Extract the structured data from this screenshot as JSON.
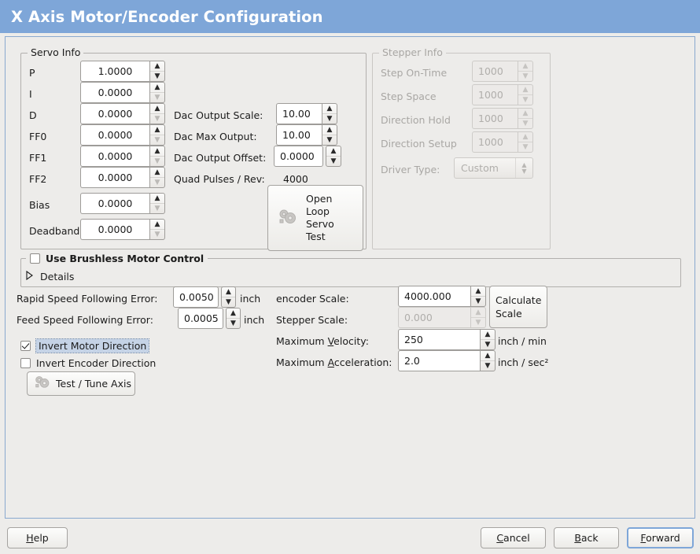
{
  "window": {
    "title": "X Axis Motor/Encoder Configuration",
    "accent": "#7ea6d8"
  },
  "servo_info": {
    "title": "Servo Info",
    "fields": [
      {
        "label": "P",
        "value": "1.0000"
      },
      {
        "label": "I",
        "value": "0.0000"
      },
      {
        "label": "D",
        "value": "0.0000"
      },
      {
        "label": "FF0",
        "value": "0.0000"
      },
      {
        "label": "FF1",
        "value": "0.0000"
      },
      {
        "label": "FF2",
        "value": "0.0000"
      },
      {
        "label": "Bias",
        "value": "0.0000"
      },
      {
        "label": "Deadband",
        "value": "0.0000"
      }
    ],
    "dac_output_scale": {
      "label": "Dac Output Scale:",
      "value": "10.00"
    },
    "dac_max_output": {
      "label": "Dac Max Output:",
      "value": "10.00"
    },
    "dac_output_offset": {
      "label": "Dac Output Offset:",
      "value": "0.0000"
    },
    "quad_pulses": {
      "label": "Quad Pulses / Rev:",
      "value": "4000"
    },
    "open_loop_button": {
      "label": "Open\nLoop\nServo\nTest",
      "icon": "gears-icon"
    }
  },
  "stepper_info": {
    "title": "Stepper Info",
    "disabled": true,
    "fields": [
      {
        "label": "Step On-Time",
        "value": "1000"
      },
      {
        "label": "Step Space",
        "value": "1000"
      },
      {
        "label": "Direction Hold",
        "value": "1000"
      },
      {
        "label": "Direction Setup",
        "value": "1000"
      }
    ],
    "driver_type": {
      "label": "Driver Type:",
      "value": "Custom"
    }
  },
  "brushless": {
    "checkbox_label": "Use Brushless Motor Control",
    "checked": false,
    "details_label": "Details",
    "details_expanded": false
  },
  "errors": {
    "rapid": {
      "label": "Rapid Speed Following Error:",
      "value": "0.0050",
      "unit": "inch"
    },
    "feed": {
      "label": "Feed Speed Following Error:",
      "value": "0.0005",
      "unit": "inch"
    }
  },
  "invert": {
    "motor": {
      "label": "Invert Motor Direction",
      "checked": true,
      "focused": true
    },
    "encoder": {
      "label": "Invert Encoder Direction",
      "checked": false,
      "focused": false
    }
  },
  "test_tune_button": {
    "label": "Test / Tune Axis",
    "icon": "gears-icon"
  },
  "scales": {
    "encoder_scale": {
      "label": "encoder Scale:",
      "value": "4000.000",
      "disabled": false
    },
    "stepper_scale": {
      "label": "Stepper Scale:",
      "value": "0.000",
      "disabled": true
    },
    "max_velocity": {
      "label_pre": "Maximum ",
      "label_mnemonic": "V",
      "label_post": "elocity:",
      "value": "250",
      "unit": "inch / min"
    },
    "max_accel": {
      "label_pre": "Maximum ",
      "label_mnemonic": "A",
      "label_post": "cceleration:",
      "value": "2.0",
      "unit": "inch / sec²"
    },
    "calculate_button": {
      "line1": "Calculate",
      "line2": "Scale"
    }
  },
  "actions": {
    "help": {
      "pre": "",
      "mnemonic": "H",
      "post": "elp"
    },
    "cancel": {
      "pre": "",
      "mnemonic": "C",
      "post": "ancel"
    },
    "back": {
      "pre": "",
      "mnemonic": "B",
      "post": "ack"
    },
    "forward": {
      "pre": "",
      "mnemonic": "F",
      "post": "orward",
      "focused": true
    }
  }
}
